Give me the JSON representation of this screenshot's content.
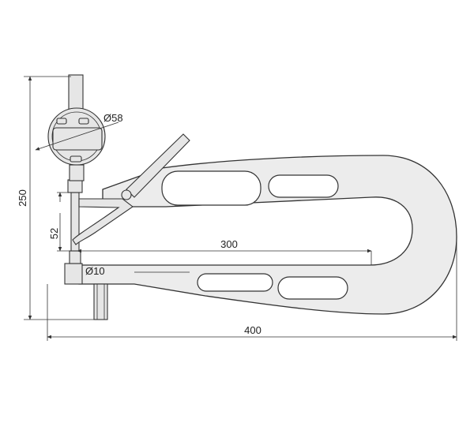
{
  "dimensions": {
    "height_total": "250",
    "dial_diameter": "Ø58",
    "anvil_diameter": "Ø10",
    "throat_depth": "300",
    "measuring_range": "52",
    "overall_length": "400"
  },
  "colors": {
    "line": "#333333",
    "body_fill": "#ececec",
    "part_fill": "#e6e6e6",
    "background": "#ffffff"
  }
}
